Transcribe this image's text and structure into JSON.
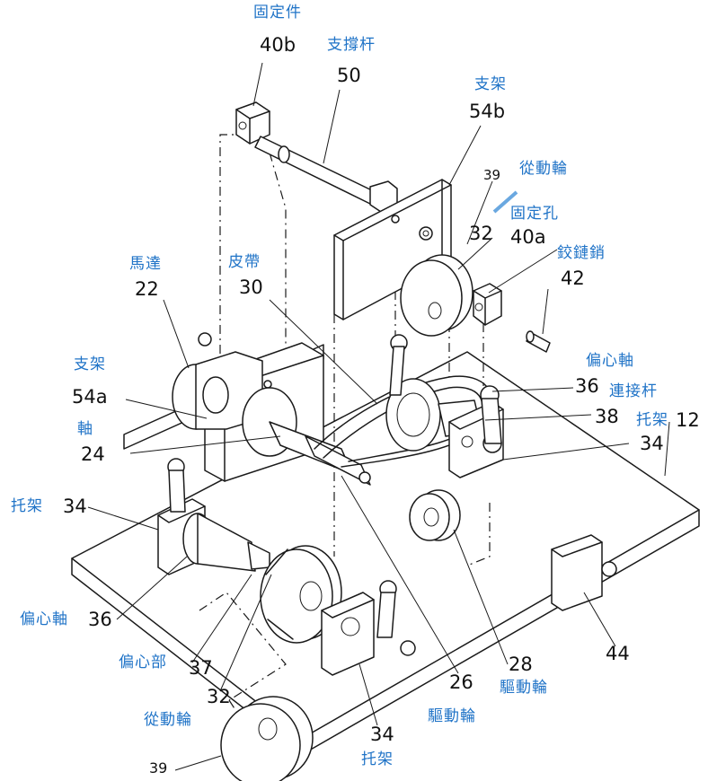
{
  "labels": {
    "fixing_member": "固定件",
    "fixing_member_no": "40b",
    "support_rod": "支撐杆",
    "support_rod_no": "50",
    "bracket_top": "支架",
    "bracket_top_no": "54b",
    "driven_wheel_top": "從動輪",
    "driven_wheel_top_no": "39",
    "fixing_hole": "固定孔",
    "fixing_hole_no": "40a",
    "part_32_top": "32",
    "hinge_pin": "鉸鏈銷",
    "hinge_pin_no": "42",
    "motor": "馬達",
    "motor_no": "22",
    "belt": "皮帶",
    "belt_no": "30",
    "bracket_left": "支架",
    "bracket_left_no": "54a",
    "eccentric_shaft_right": "偏心軸",
    "eccentric_shaft_right_no": "36",
    "connecting_rod": "連接杆",
    "part_38": "38",
    "support_right": "托架",
    "support_right_no": "34",
    "base_no": "12",
    "shaft": "軸",
    "shaft_no": "24",
    "support_left": "托架",
    "support_left_no": "34",
    "eccentric_shaft_left": "偏心軸",
    "eccentric_shaft_left_no": "36",
    "eccentric_part": "偏心部",
    "eccentric_part_no": "37",
    "part_32_bottom": "32",
    "driven_wheel_bottom": "從動輪",
    "driven_wheel_bottom_no": "39",
    "part_44": "44",
    "drive_wheel_28_no": "28",
    "drive_wheel_28": "驅動輪",
    "drive_wheel_26_no": "26",
    "drive_wheel_26": "驅動輪",
    "support_bottom_no": "34",
    "support_bottom": "托架"
  },
  "colors": {
    "annotation": "#1f73c7",
    "lineart": "#1a1a1a"
  }
}
